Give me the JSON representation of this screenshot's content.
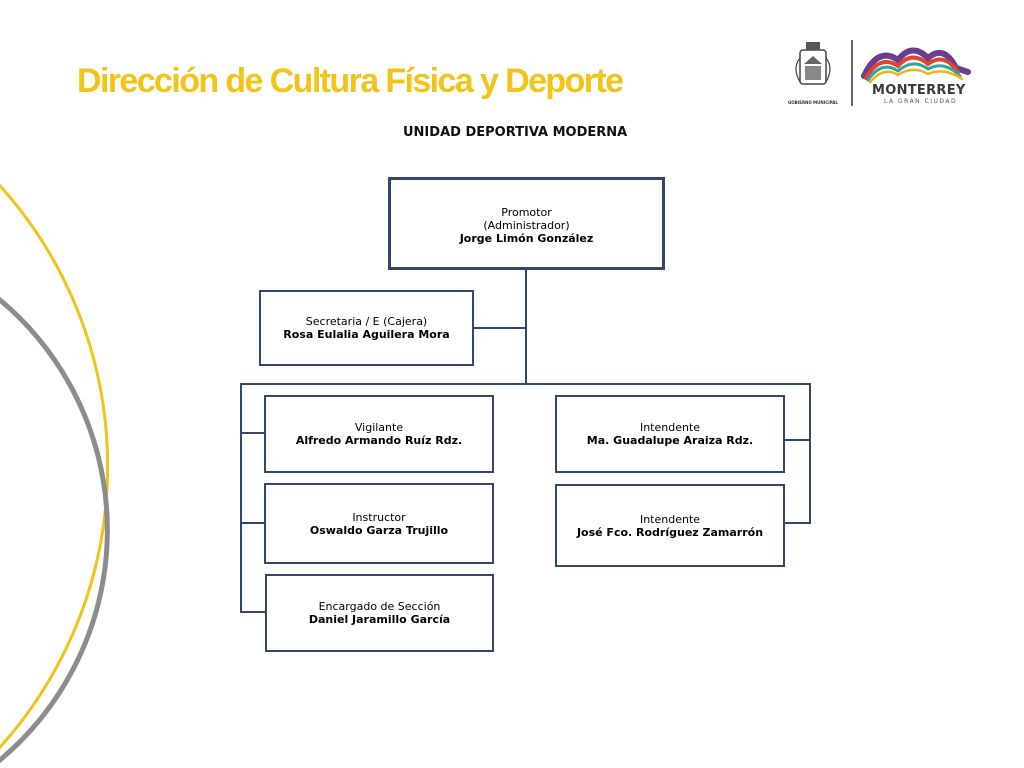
{
  "header": {
    "title": "Dirección de Cultura Física y Deporte",
    "subtitle": "UNIDAD DEPORTIVA MODERNA"
  },
  "logos": {
    "municipal_label": "GOBIERNO MUNICIPAL",
    "city_name": "MONTERREY",
    "city_tagline": "LA GRAN CIUDAD"
  },
  "colors": {
    "title": "#f2c318",
    "box_border": "#33476b",
    "arc_yellow": "#f2c318",
    "arc_gray": "#8c8c8c"
  },
  "org": {
    "head": {
      "role": "Promotor",
      "role2": "(Administrador)",
      "name": "Jorge Limón González"
    },
    "secretary": {
      "role": "Secretaria / E (Cajera)",
      "name": "Rosa Eulalia Aguilera Mora"
    },
    "left": [
      {
        "role": "Vigilante",
        "name": "Alfredo Armando Ruíz Rdz."
      },
      {
        "role": "Instructor",
        "name": "Oswaldo Garza Trujillo"
      },
      {
        "role": "Encargado de Sección",
        "name": "Daniel Jaramillo García"
      }
    ],
    "right": [
      {
        "role": "Intendente",
        "name": "Ma. Guadalupe Araiza Rdz."
      },
      {
        "role": "Intendente",
        "name": "José Fco. Rodríguez Zamarrón"
      }
    ]
  }
}
